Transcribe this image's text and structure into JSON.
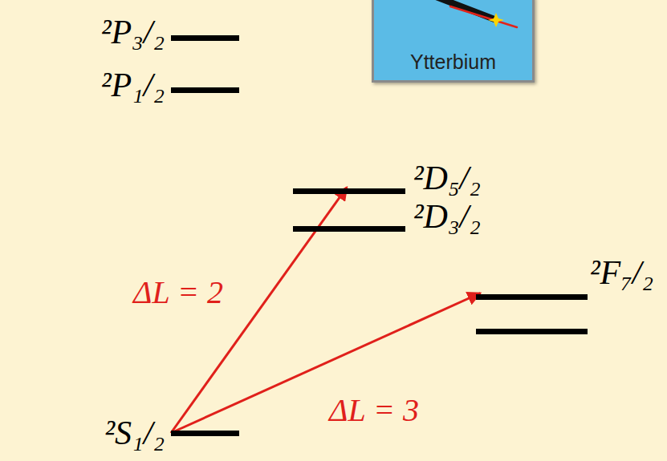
{
  "diagram": {
    "nodes": [
      {
        "text": [
          "²P₃/₂"
        ]
      },
      {
        "text": [
          "Ytterbium"
        ]
      },
      {
        "text": [
          "²P₁/₂"
        ]
      },
      {
        "text": [
          "²D₅/₂"
        ]
      },
      {
        "text": [
          "²D₃/₂"
        ]
      },
      {
        "text": [
          "²F₇/₂"
        ]
      },
      {
        "text": [
          "²S₁/₂"
        ]
      }
    ],
    "edges": [
      {
        "from": 6,
        "to": 3,
        "arrow": "to",
        "label": "ΔL = 2"
      },
      {
        "from": 6,
        "to": 5,
        "arrow": "to",
        "label": "ΔL = 3"
      }
    ]
  }
}
